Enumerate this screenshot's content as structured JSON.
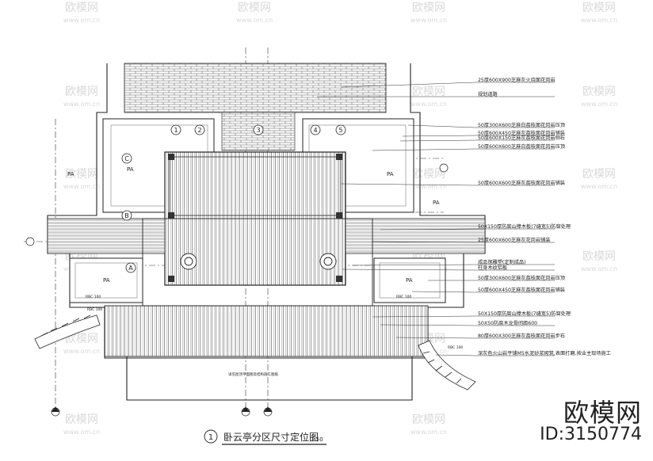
{
  "watermarks": {
    "logo_text": "欧模网",
    "url_text": "www.om.cn"
  },
  "drawing": {
    "title_number": "1",
    "title": "卧云亭分区尺寸定位图",
    "scale": "1:50",
    "footnote": "详见屋顶平面图及结构施工图纸",
    "axis_labels": [
      "1",
      "2",
      "3",
      "4",
      "5",
      "A",
      "B",
      "C"
    ],
    "area_labels": [
      "PA",
      "PA",
      "PA",
      "PA",
      "PA",
      "PA"
    ],
    "annotations": [
      "25厚600X900芝麻灰火烧面花岗岩",
      "规划道路",
      "50厚300X600芝麻白荔枝面花岗岩压顶",
      "50厚600X450芝麻灰荔枝面花岗岩铺装",
      "50厚600X150芝麻灰荔枝面花岗岩侧石",
      "50厚600X600芝麻白荔枝面花岗岩压顶",
      "50厚600X600芝麻灰荔枝面花岗岩铺装",
      "50X150厚防腐山樟木板(7缝宽5)防腐处理",
      "25厚600X600芝麻灰花岗岩铺装",
      "成品钢雕塑(定制成品)",
      "柱身木纹铝板",
      "50厚300X600芝麻灰荔枝面花岗岩压顶",
      "50厚600X450芝麻灰荔枝面花岗岩铺装",
      "50X150厚防腐山樟木板(7缝宽5)防腐处理",
      "50X50防腐木龙骨间距600",
      "80厚600X300芝麻灰荔枝面花岗岩步石",
      "深灰色火山岩平铺M5水泥砂浆砌筑,表面打磨,按业主现场施工"
    ],
    "dimension_labels": [
      "RBC 100",
      "RBC 100",
      "RBC 100",
      "RBC 100"
    ]
  },
  "brand": {
    "name": "欧模网",
    "id": "ID:3150774"
  }
}
